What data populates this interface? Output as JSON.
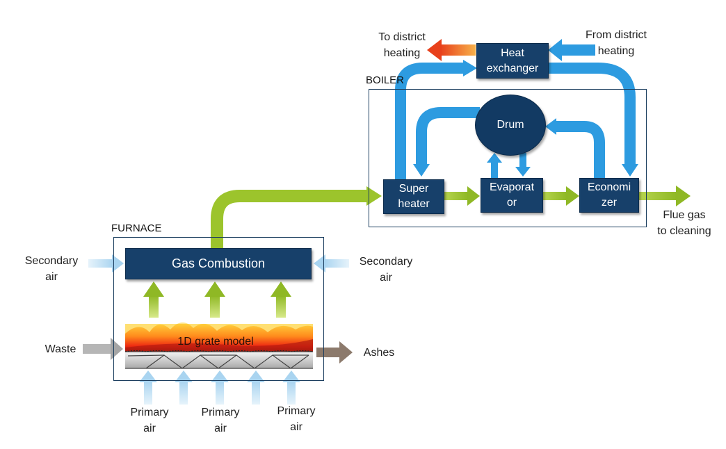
{
  "diagram": {
    "colors": {
      "water": "#2d9be0",
      "flue_gas": "#9cc42c",
      "hot_water": "#f06a1a",
      "air": "#bfe2f5",
      "waste": "#b6b6b6",
      "ashes": "#8c7a6c",
      "box_fill": "#17406a"
    },
    "furnace": {
      "title": "FURNACE",
      "gas_combustion": "Gas Combustion",
      "grate_model": "1D grate model"
    },
    "boiler": {
      "title": "BOILER",
      "drum": "Drum",
      "superheater": "Super\nheater",
      "evaporator": "Evaporat\nor",
      "economizer": "Economi\nzer"
    },
    "heat_exchanger": "Heat\nexchanger",
    "labels": {
      "to_district": "To district\nheating",
      "from_district": "From district\nheating",
      "flue_gas": "Flue gas\nto cleaning",
      "secondary_air_left": "Secondary\nair",
      "secondary_air_right": "Secondary\nair",
      "waste": "Waste",
      "ashes": "Ashes",
      "primary_air_1": "Primary\nair",
      "primary_air_2": "Primary\nair",
      "primary_air_3": "Primary\nair"
    }
  }
}
